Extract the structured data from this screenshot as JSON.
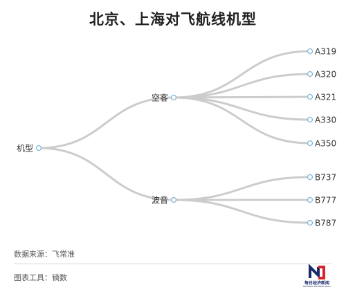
{
  "title": "北京、上海对飞航线机型",
  "tree": {
    "root": "机型",
    "groups": [
      {
        "label": "空客",
        "children": [
          "A319",
          "A320",
          "A321",
          "A330",
          "A350"
        ]
      },
      {
        "label": "波音",
        "children": [
          "B737",
          "B777",
          "B787"
        ]
      }
    ]
  },
  "footer": {
    "source": "数据来源：飞常准",
    "tool": "图表工具：镝数"
  },
  "logo": {
    "text": "每日经济新闻",
    "subtext": "NATIONAL BUSINESS DAILY"
  },
  "colors": {
    "link": "#cccccc",
    "node_stroke": "#7fb6d9",
    "logo_blue": "#1a2b6d",
    "logo_red": "#d7262a"
  }
}
